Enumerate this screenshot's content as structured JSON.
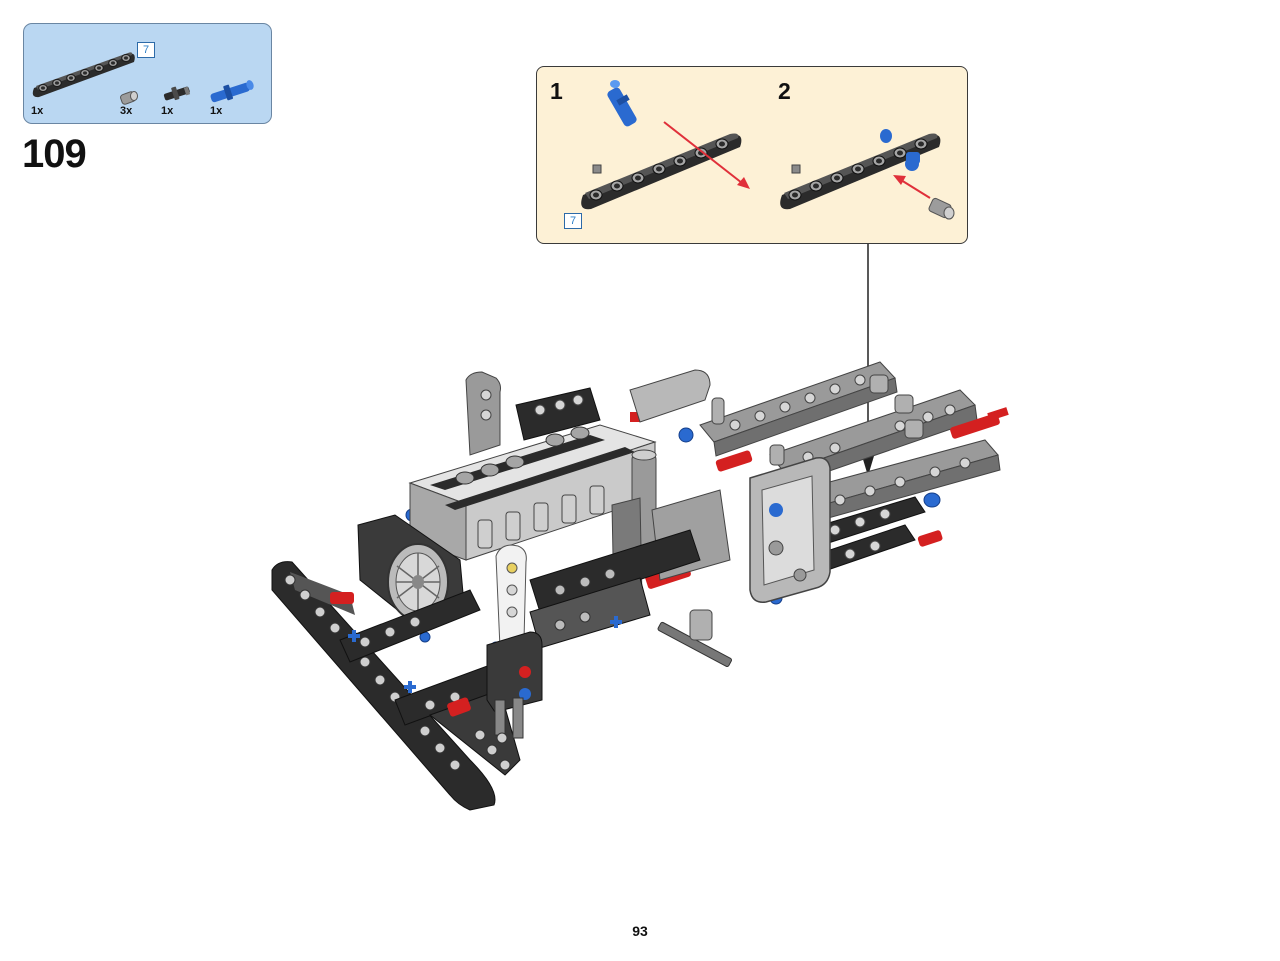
{
  "parts_list": {
    "beam_length_tag": "7",
    "items": [
      {
        "qty": "1x",
        "part": "beam-7"
      },
      {
        "qty": "3x",
        "part": "bush"
      },
      {
        "qty": "1x",
        "part": "axle-pin-black"
      },
      {
        "qty": "1x",
        "part": "axle-pin-blue"
      }
    ]
  },
  "step": {
    "number": "109"
  },
  "sub_assembly": {
    "steps": [
      {
        "number": "1",
        "length_tag": "7"
      },
      {
        "number": "2"
      }
    ]
  },
  "colors": {
    "parts_box_bg": "#bad7f2",
    "sub_box_bg": "#fdf1d6",
    "beam_dark": "#2b2b2b",
    "beam_light": "#9c9c9c",
    "pin_blue": "#2a6ad0",
    "pin_red": "#d42020",
    "arrow_red": "#e0303a"
  },
  "footer": {
    "page_number": "93"
  }
}
